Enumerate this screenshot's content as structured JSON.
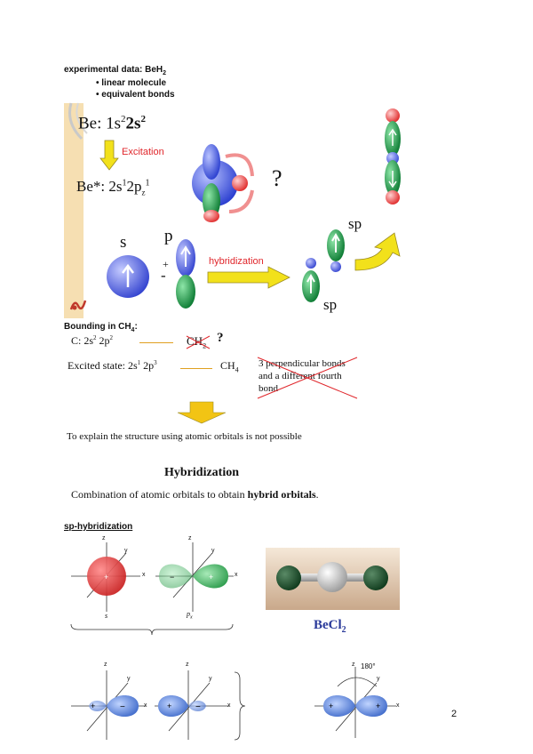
{
  "header": {
    "exp_prefix": "experimental data: BeH",
    "exp_sub": "2",
    "bullet1": "• linear molecule",
    "bullet2": "• equivalent bonds"
  },
  "be_block": {
    "be_label": "Be:",
    "be_config_1": "1s",
    "be_config_1_sup": "2",
    "be_config_2": "2s",
    "be_config_2_sup": "2",
    "excitation": "Excitation",
    "bestar_label": "Be*: 2s",
    "bestar_sup1": "1",
    "bestar_p": "2p",
    "bestar_sub": "z",
    "bestar_sup2": "1",
    "question": "?",
    "s_label": "s",
    "p_label": "p",
    "plus": "+",
    "minus": "-",
    "hybridization": "hybridization",
    "sp_top": "sp",
    "sp_bottom": "sp"
  },
  "ch4": {
    "heading_prefix": "Bounding in CH",
    "heading_sub": "4",
    "heading_suffix": ":",
    "c_config": "C: 2s",
    "c_sup1": "2",
    "c_p": " 2p",
    "c_sup2": "2",
    "ch2": "CH",
    "ch2_sub": "2",
    "question": "?",
    "excited": "Excited state: 2s",
    "ex_sup1": "1",
    "ex_p": " 2p",
    "ex_sup2": "3",
    "ch4_label": "CH",
    "ch4_sub": "4",
    "note_line1": "3 perpendicular bonds",
    "note_line2": "and a different fourth",
    "note_line3": "bond",
    "conclusion": "To explain the structure using atomic orbitals is not possible"
  },
  "hybrid": {
    "title": "Hybridization",
    "desc_prefix": "Combination of atomic orbitals to obtain ",
    "desc_bold": "hybrid orbitals",
    "desc_suffix": "."
  },
  "sp": {
    "heading": "sp-hybridization",
    "axis_z": "z",
    "axis_y": "y",
    "axis_x": "x",
    "s_caption": "s",
    "pz_caption": "p",
    "pz_sub": "x",
    "becl2": "BeCl",
    "becl2_sub": "2",
    "angle": "180°"
  },
  "page_number": "2",
  "colors": {
    "red": "#e0262b",
    "orbital_blue": "#3b4fd8",
    "orbital_green": "#0e8a3a",
    "arrow_yellow": "#f2e11b",
    "bar_tan": "#f6dfb2",
    "becl2_blue": "#2a3a9a"
  }
}
